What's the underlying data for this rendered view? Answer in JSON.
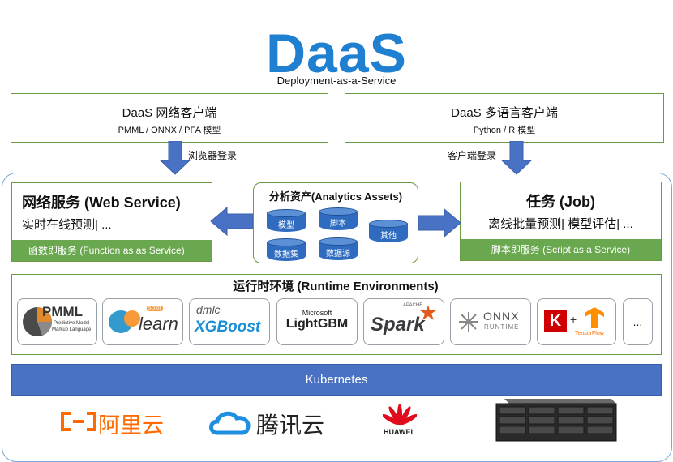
{
  "header": {
    "title": "DaaS",
    "subtitle": "Deployment-as-a-Service"
  },
  "clients": [
    {
      "title": "DaaS 网络客户端",
      "subtitle": "PMML / ONNX / PFA 模型",
      "arrow_label": "浏览器登录"
    },
    {
      "title": "DaaS 多语言客户端",
      "subtitle": "Python / R 模型",
      "arrow_label": "客户端登录"
    }
  ],
  "web_service": {
    "title": "网络服务 (Web Service)",
    "line": "实时在线预测| ...",
    "footer": "函数即服务 (Function as as Service)"
  },
  "job": {
    "title": "任务 (Job)",
    "line": "离线批量预测| 模型评估| ...",
    "footer": "脚本即服务 (Script as a Service)"
  },
  "assets": {
    "title": "分析资产(Analytics Assets)",
    "items": [
      "模型",
      "脚本",
      "其他",
      "数据集",
      "数据源"
    ]
  },
  "runtime": {
    "title": "运行时环境 (Runtime Environments)",
    "pmml": {
      "big": "PMML",
      "small1": "Predictive Model",
      "small2": "Markup Language"
    },
    "sklearn": {
      "small": "scikit",
      "big": "learn"
    },
    "xgboost": {
      "small": "dmlc",
      "big": "XGBoost"
    },
    "lightgbm": {
      "small": "Microsoft",
      "big": "LightGBM"
    },
    "spark": {
      "small": "APACHE",
      "big": "Spark"
    },
    "onnx": {
      "big": "ONNX",
      "small": "RUNTIME"
    },
    "keras_tf": {
      "k": "K",
      "plus": "+",
      "tf": "TensorFlow"
    },
    "more": "..."
  },
  "platform": "Kubernetes",
  "providers": {
    "aliyun": "阿里云",
    "tencent": "腾讯云",
    "huawei": "HUAWEI"
  },
  "colors": {
    "brand": "#1f7fd1",
    "green": "#6aa84f",
    "arrow": "#4a72c4",
    "kubernetes": "#4a72c4"
  }
}
